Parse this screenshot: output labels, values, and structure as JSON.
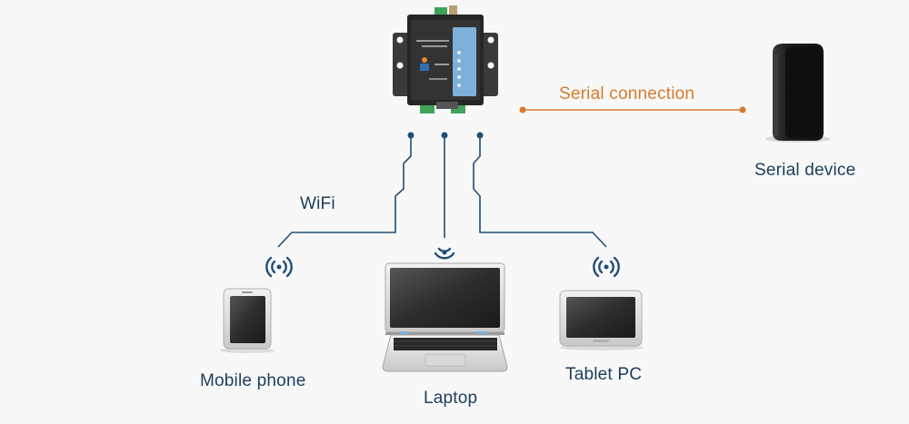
{
  "labels": {
    "serial_connection": "Serial connection",
    "serial_device": "Serial device",
    "wifi": "WiFi",
    "mobile_phone": "Mobile phone",
    "laptop": "Laptop",
    "tablet_pc": "Tablet PC"
  },
  "colors": {
    "background": "#f8f8f8",
    "link_line": "#1f4e79",
    "serial_line": "#d87a2c",
    "label_text": "#1d3d5c",
    "device_dark": "#2b2b2b",
    "device_panel": "#7fb0d8"
  },
  "icons": {
    "converter": "serial-to-wifi-converter-icon",
    "serial_device": "serial-device-box-icon",
    "phone": "mobile-phone-icon",
    "laptop": "laptop-icon",
    "tablet": "tablet-icon",
    "wifi": "wifi-signal-icon"
  }
}
